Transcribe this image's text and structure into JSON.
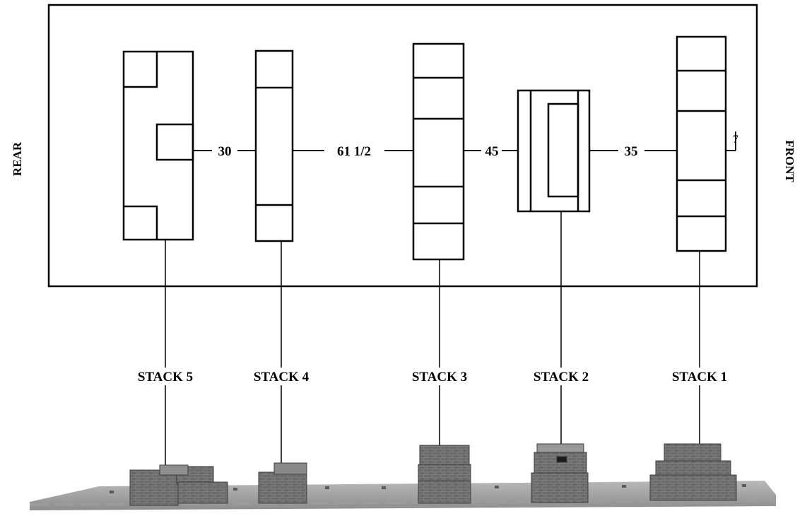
{
  "side_labels": {
    "rear": "REAR",
    "front": "FRONT"
  },
  "spacings": {
    "s5_s4": "30",
    "s4_s3": "61 1/2",
    "s3_s2": "45",
    "s2_s1": "35",
    "s1_front": "7"
  },
  "stacks": [
    {
      "id": "stack5",
      "label": "STACK 5"
    },
    {
      "id": "stack4",
      "label": "STACK 4"
    },
    {
      "id": "stack3",
      "label": "STACK 3"
    },
    {
      "id": "stack2",
      "label": "STACK 2"
    },
    {
      "id": "stack1",
      "label": "STACK 1"
    }
  ],
  "colors": {
    "line": "#000000",
    "background": "#ffffff",
    "photo_gray": "#8a8a8a"
  }
}
